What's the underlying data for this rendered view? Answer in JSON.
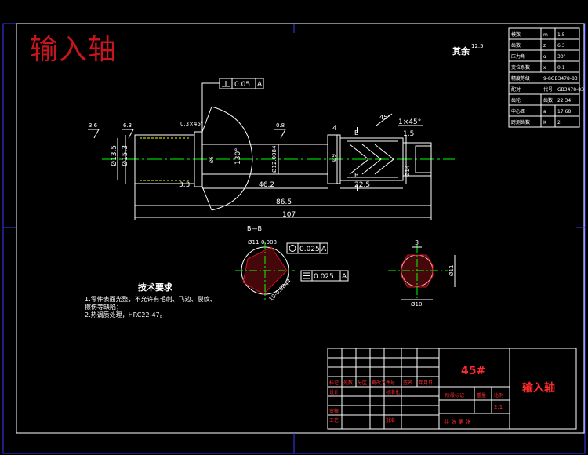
{
  "watermark": "输入轴",
  "surface_note": {
    "label": "其余",
    "value": "12.5"
  },
  "tech_requirements": {
    "title": "技术要求",
    "items": [
      "1.零件表面光整，不允许有毛刺、飞边、裂纹、",
      "擦伤等缺陷；",
      "2.热调质处理，HRC22-47。"
    ]
  },
  "dimensions": {
    "len_total": "107",
    "len_86": "86.5",
    "len_462": "46.2",
    "len_225": "22.5",
    "len_33": "3.3",
    "len_4": "4",
    "len_15": "1.5",
    "chamfer1": "1×45°",
    "chamfer2": "0.3×45°",
    "angle_45": "45°",
    "angle_130": "130°",
    "dia_153": "Ø15.3",
    "dia_135": "Ø13.5",
    "dia_12": "Ø12.0084",
    "dia_9": "Ø9",
    "dia_14": "Ø14",
    "dia_5": "Ø5",
    "r_36": "3.6",
    "r_63": "6.3",
    "r_08": "0.8",
    "tol_perp": "0.05",
    "datum": "A",
    "section_label": "B—B",
    "section_dia": "Ø11-0.008",
    "section_dim2": "10-0.0844",
    "tol_conc": "0.025",
    "tol_sym": "0.025",
    "spline_w": "3",
    "spline_h": "Ø11",
    "spline_d": "Ø10",
    "b_mark": "B"
  },
  "param_table": [
    [
      "模数",
      "m",
      "1.5"
    ],
    [
      "齿数",
      "z",
      "6.3"
    ],
    [
      "压力角",
      "α",
      "30°"
    ],
    [
      "变位系数",
      "x",
      "0.1"
    ],
    [
      "精度等级",
      "9-8GB3478-83",
      ""
    ],
    [
      "配对",
      "代号",
      "GB3478-83"
    ],
    [
      "齿轮",
      "齿数",
      "22 34"
    ],
    [
      "中心距",
      "a",
      "17.68"
    ],
    [
      "跨测齿数",
      "K",
      "2"
    ]
  ],
  "title_block": {
    "material": "45#",
    "part_name": "输入轴",
    "scale": "2:1",
    "sheets": "共 张 第 张",
    "headers": [
      "标记",
      "处数",
      "分区",
      "更改文件号",
      "签名",
      "年月日"
    ],
    "roles": [
      "设计",
      "标准化",
      "审核",
      "工艺",
      "批准"
    ],
    "cols": [
      "阶段标记",
      "重量",
      "比例"
    ]
  }
}
